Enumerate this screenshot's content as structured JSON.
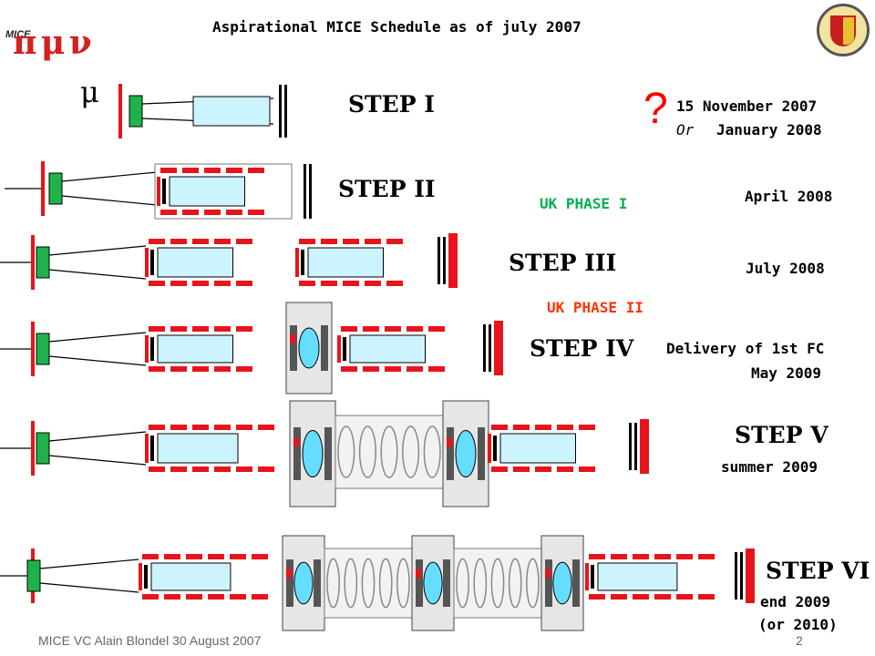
{
  "slide": {
    "title": "Aspirational MICE Schedule as of july 2007",
    "footer": "MICE VC Alain Blondel  30 August 2007",
    "page_number": "2"
  },
  "logo": {
    "text": "MICE",
    "symbols": "π μ ν"
  },
  "beam_symbol": "μ",
  "question_mark": "?",
  "steps": [
    {
      "label": "STEP I"
    },
    {
      "label": "STEP II"
    },
    {
      "label": "STEP III"
    },
    {
      "label": "STEP IV"
    },
    {
      "label": "STEP V"
    },
    {
      "label": "STEP VI"
    }
  ],
  "schedule": {
    "step1_date": "15 November 2007",
    "step1_alt_prefix": "Or",
    "step1_alt_date": "January 2008",
    "step2_date": "April 2008",
    "step3_date": "July 2008",
    "step4_note": "Delivery of 1st FC",
    "step4_date": "May 2009",
    "step5_date": "summer 2009",
    "step6_date": "end 2009",
    "step6_alt": "(or 2010)"
  },
  "phases": {
    "phase1": "UK PHASE I",
    "phase2": "UK PHASE II"
  },
  "colors": {
    "phase1": "#00b050",
    "phase2": "#ff3300",
    "red": "#e8141b",
    "green": "#1fb24a",
    "lightblue": "#ccf4ff",
    "question": "#ff0000"
  }
}
